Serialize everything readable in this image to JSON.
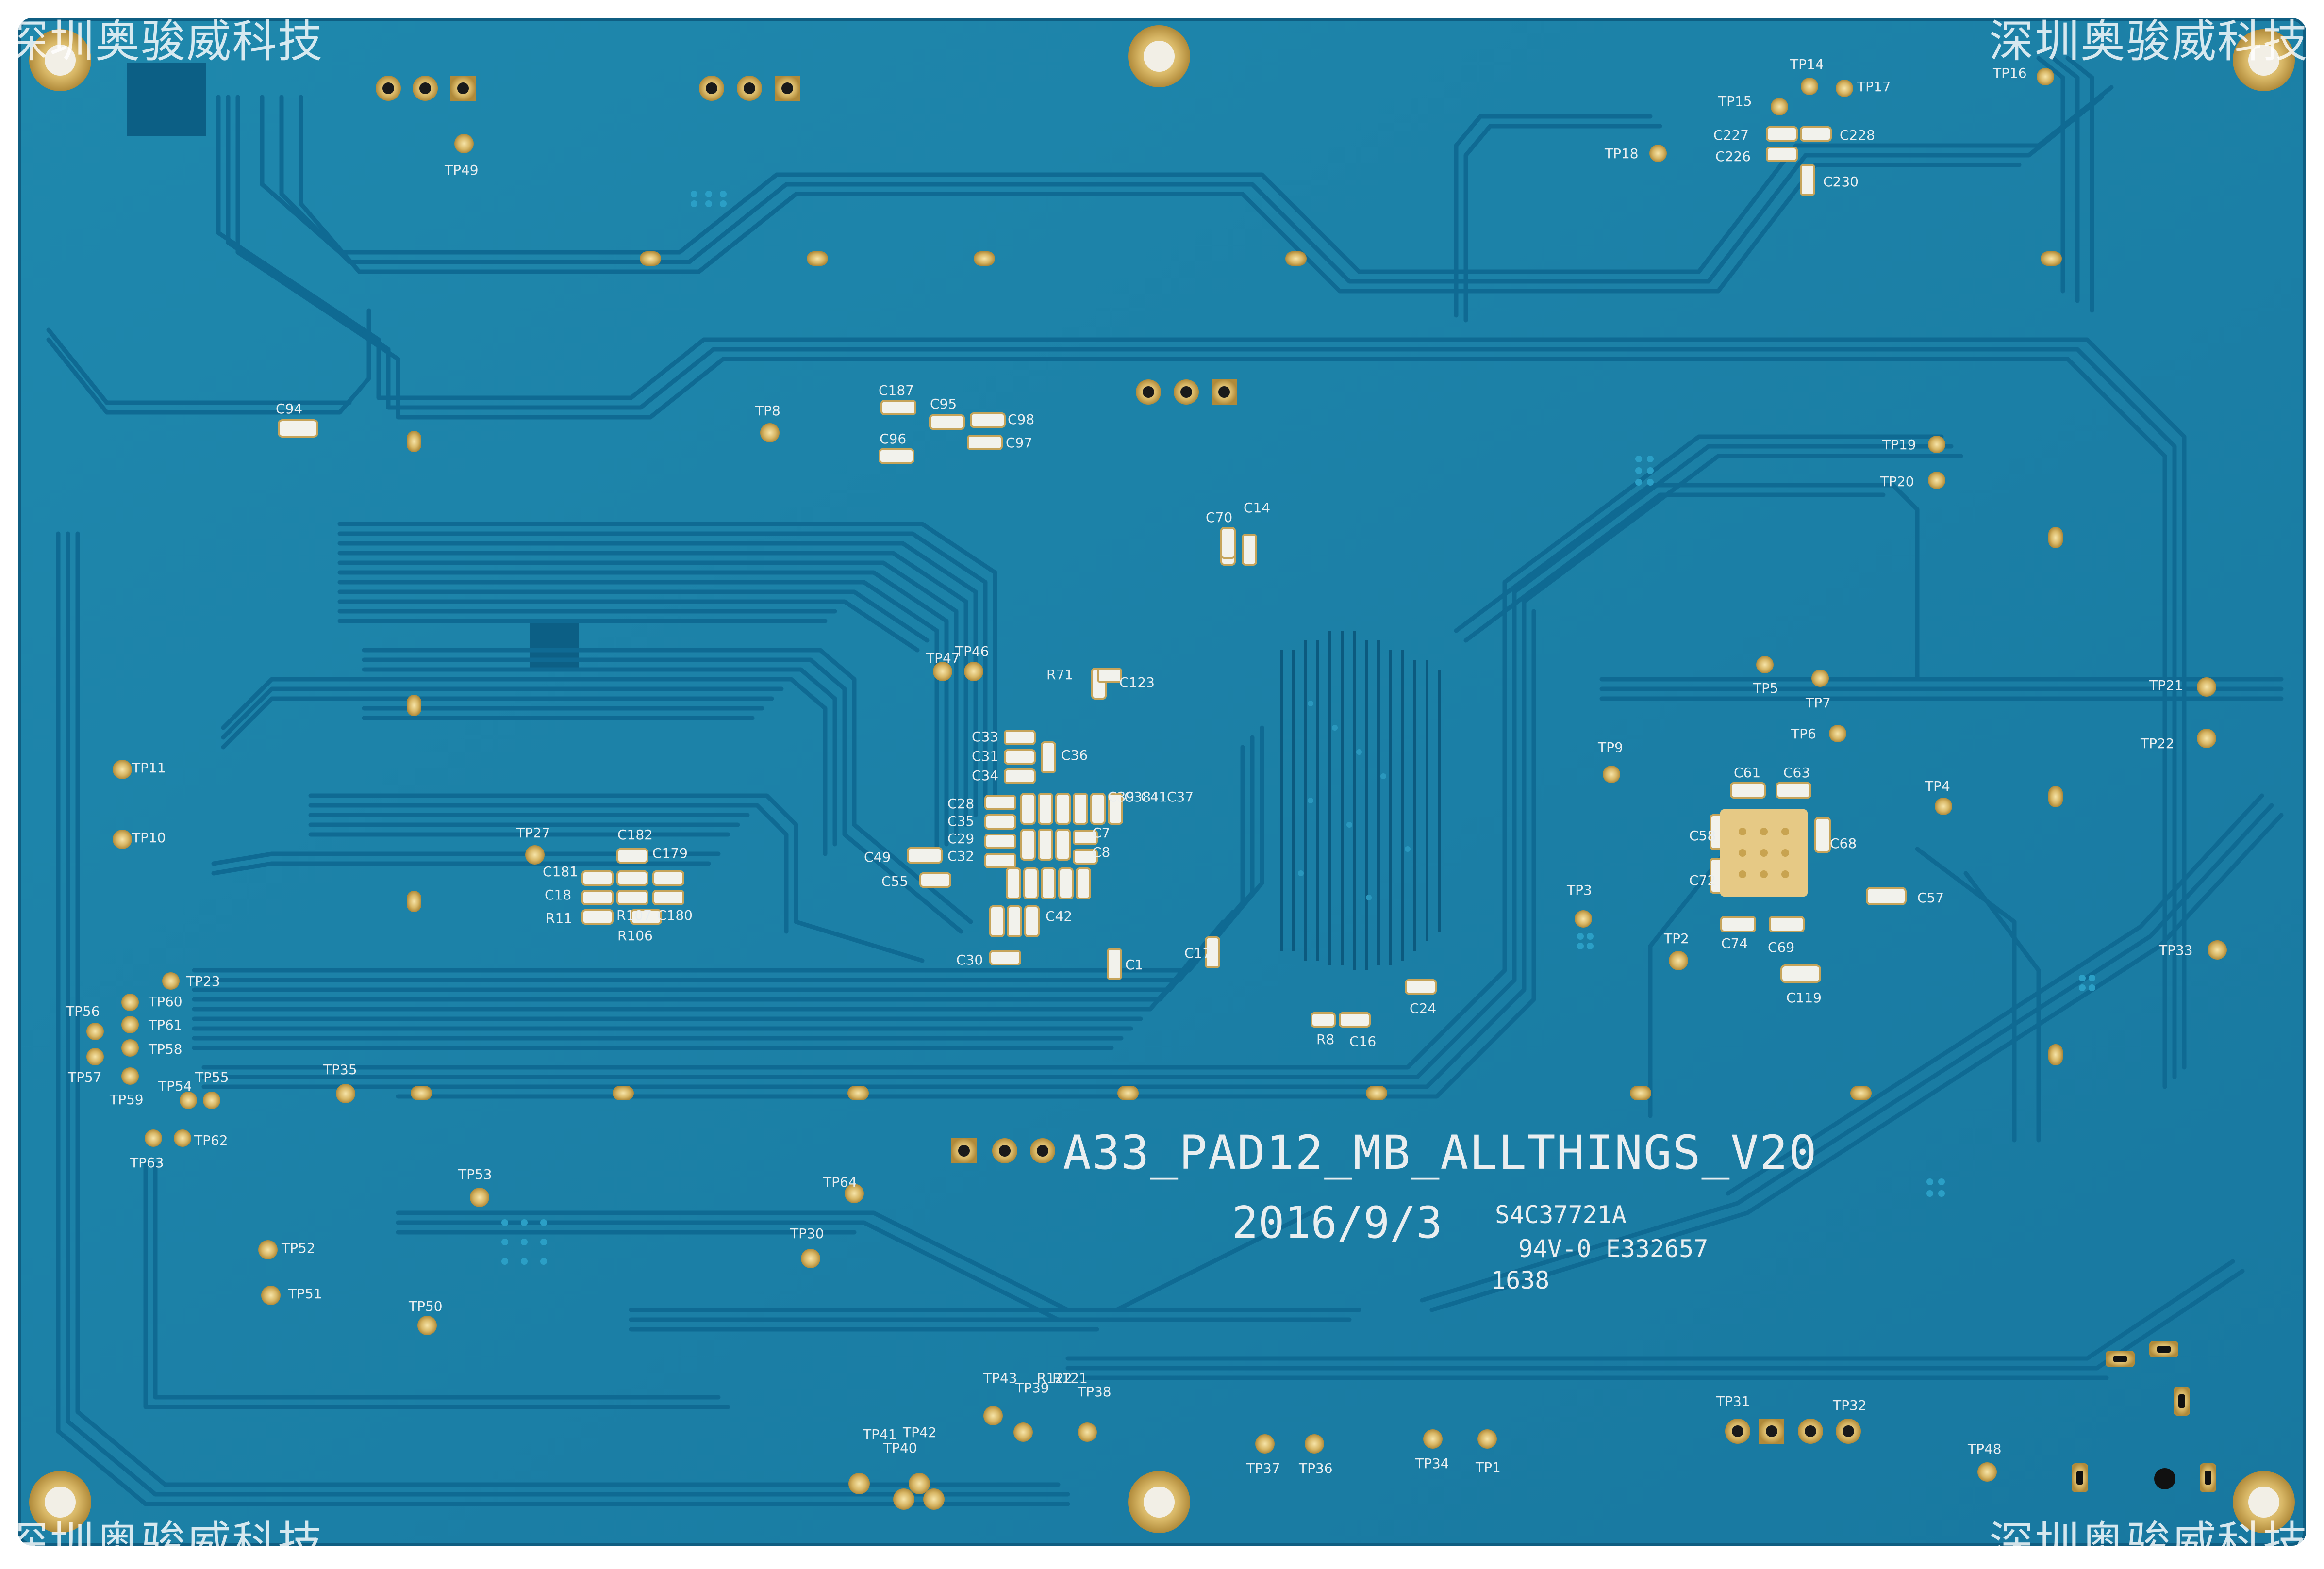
{
  "watermark": "深圳奥骏威科技",
  "board": {
    "name": "A33_PAD12_MB_ALLTHINGS_V20",
    "date": "2016/9/3",
    "part_code": "S4C37721A",
    "ul_rating": "94V-0 E332657",
    "date_code": "1638"
  },
  "labels": {
    "tp49": "TP49",
    "tp14": "TP14",
    "tp15": "TP15",
    "tp17": "TP17",
    "tp16": "TP16",
    "tp18": "TP18",
    "c227": "C227",
    "c228": "C228",
    "c226": "C226",
    "c230": "C230",
    "c94": "C94",
    "tp8": "TP8",
    "c187": "C187",
    "c95": "C95",
    "c98": "C98",
    "c96": "C96",
    "c97": "C97",
    "tp19": "TP19",
    "tp20": "TP20",
    "c70": "C70",
    "c14": "C14",
    "tp47": "TP47",
    "tp46": "TP46",
    "r71": "R71",
    "c123": "C123",
    "tp11": "TP11",
    "tp10": "TP10",
    "tp5": "TP5",
    "tp7": "TP7",
    "tp6": "TP6",
    "tp21": "TP21",
    "tp22": "TP22",
    "tp9": "TP9",
    "c61": "C61",
    "c63": "C63",
    "tp4": "TP4",
    "c58": "C58",
    "c68": "C68",
    "c72": "C72",
    "c57": "C57",
    "tp3": "TP3",
    "tp2": "TP2",
    "c74": "C74",
    "c69": "C69",
    "c119": "C119",
    "tp33": "TP33",
    "tp27": "TP27",
    "c182": "C182",
    "c181": "C181",
    "c179": "C179",
    "c18": "C18",
    "r11": "R11",
    "r107": "R107",
    "c180": "C180",
    "r106": "R106",
    "c33": "C33",
    "c31": "C31",
    "c34": "C34",
    "c36": "C36",
    "c28": "C28",
    "c35": "C35",
    "c29": "C29",
    "c32": "C32",
    "c49": "C49",
    "c55": "C55",
    "c39": "C39",
    "c38": "C38",
    "c41": "C41",
    "c37": "C37",
    "c7": "C7",
    "c8": "C8",
    "c42": "C42",
    "c30": "C30",
    "c1": "C1",
    "c17": "C17",
    "c24": "C24",
    "r8": "R8",
    "c16": "C16",
    "tp23": "TP23",
    "tp56": "TP56",
    "tp60": "TP60",
    "tp61": "TP61",
    "tp58": "TP58",
    "tp57": "TP57",
    "tp59": "TP59",
    "tp54": "TP54",
    "tp55": "TP55",
    "tp35": "TP35",
    "tp62": "TP62",
    "tp63": "TP63",
    "tp53": "TP53",
    "tp64": "TP64",
    "tp30": "TP30",
    "tp52": "TP52",
    "tp51": "TP51",
    "tp50": "TP50",
    "tp43": "TP43",
    "tp39": "TP39",
    "r122": "R122",
    "r121": "R121",
    "tp38": "TP38",
    "tp41": "TP41",
    "tp40": "TP40",
    "tp42": "TP42",
    "tp37": "TP37",
    "tp36": "TP36",
    "tp34": "TP34",
    "tp1": "TP1",
    "tp31": "TP31",
    "tp32": "TP32",
    "tp48": "TP48"
  }
}
